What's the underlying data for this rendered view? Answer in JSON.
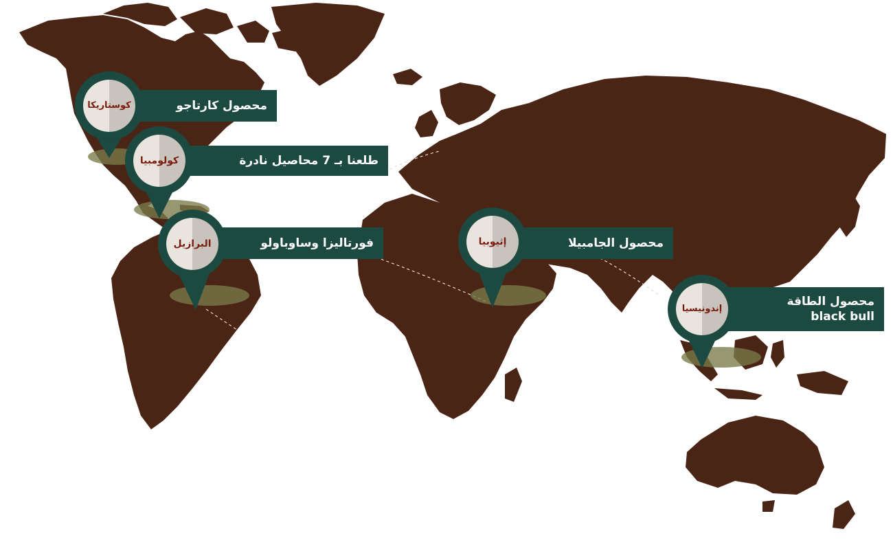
{
  "colors": {
    "land": "#4a2415",
    "pin": "#1d4a40",
    "label_bg": "#1d4a40",
    "country_text": "#7a1d0f",
    "disc_light": "#e9e4de",
    "disc_shade": "#c8c3bd"
  },
  "pins": [
    {
      "id": "costa-rica",
      "country": "كوستاريكا",
      "label_lines": [
        "محصول كارتاجو"
      ]
    },
    {
      "id": "colombia",
      "country": "كولومبيا",
      "label_lines": [
        "طلعنا بـ 7 محاصيل نادرة"
      ]
    },
    {
      "id": "brazil",
      "country": "البرازيل",
      "label_lines": [
        "فورتاليزا وساوباولو"
      ]
    },
    {
      "id": "ethiopia",
      "country": "إثيوبيا",
      "label_lines": [
        "محصول الجامبيلا"
      ]
    },
    {
      "id": "indonesia",
      "country": "إندونيسيا",
      "label_lines": [
        "محصول الطاقة",
        "black bull"
      ]
    }
  ]
}
